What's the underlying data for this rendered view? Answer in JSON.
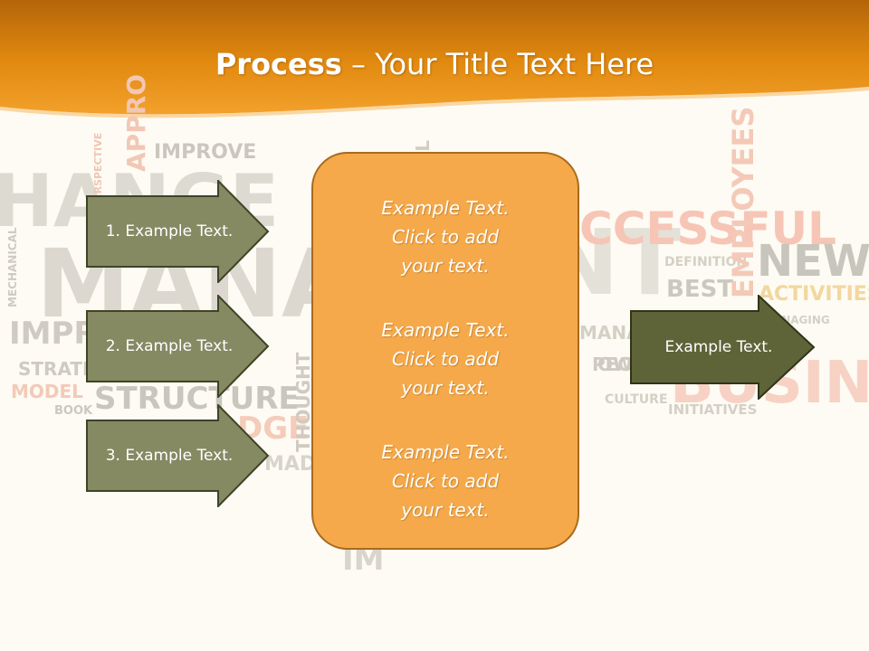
{
  "title": {
    "bold": "Process",
    "rest": " – Your Title Text Here"
  },
  "left_arrows": [
    {
      "label": "1. Example Text."
    },
    {
      "label": "2. Example Text."
    },
    {
      "label": "3. Example Text."
    }
  ],
  "center_box": {
    "paragraphs": [
      {
        "line1": "Example Text.",
        "line2": "Click  to add",
        "line3": "your text."
      },
      {
        "line1": "Example Text.",
        "line2": "Click  to add",
        "line3": "your text."
      },
      {
        "line1": "Example Text.",
        "line2": "Click  to add",
        "line3": "your text."
      }
    ]
  },
  "right_arrow": {
    "label": "Example Text."
  },
  "colors": {
    "header_orange": "#e8920c",
    "arrow_fill": "#858a63",
    "arrow_border": "#3e4426",
    "dark_arrow_fill": "#5f6438",
    "box_fill": "#f5a94a",
    "box_border": "#a86a1c"
  }
}
